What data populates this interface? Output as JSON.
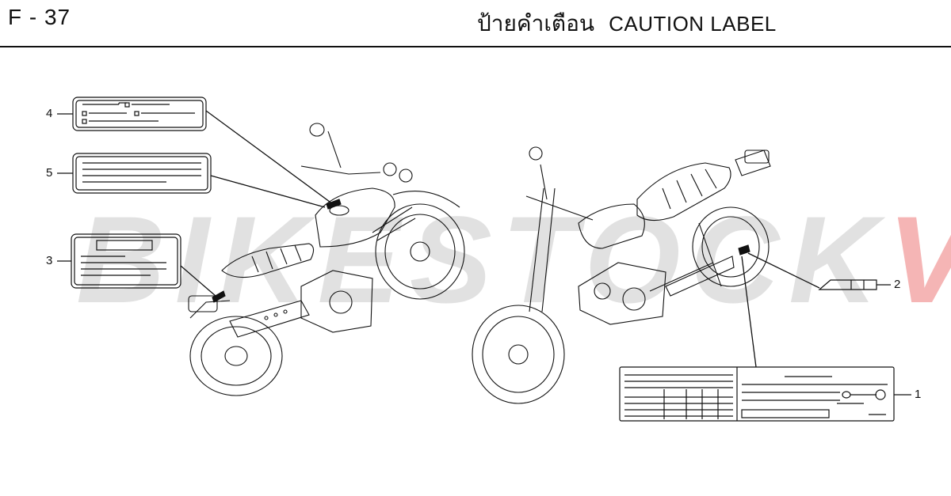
{
  "header": {
    "page_code": "F - 37",
    "title_th": "ป้ายคำเตือน",
    "title_en": "CAUTION LABEL"
  },
  "watermark": {
    "main": "BIKESTOCK",
    "accent": "VN"
  },
  "callouts": [
    {
      "number": "1"
    },
    {
      "number": "2"
    },
    {
      "number": "3"
    },
    {
      "number": "4"
    },
    {
      "number": "5"
    }
  ],
  "colors": {
    "line": "#111111",
    "watermark_gray": "#c8c8c8",
    "watermark_red": "#e85a5a"
  }
}
